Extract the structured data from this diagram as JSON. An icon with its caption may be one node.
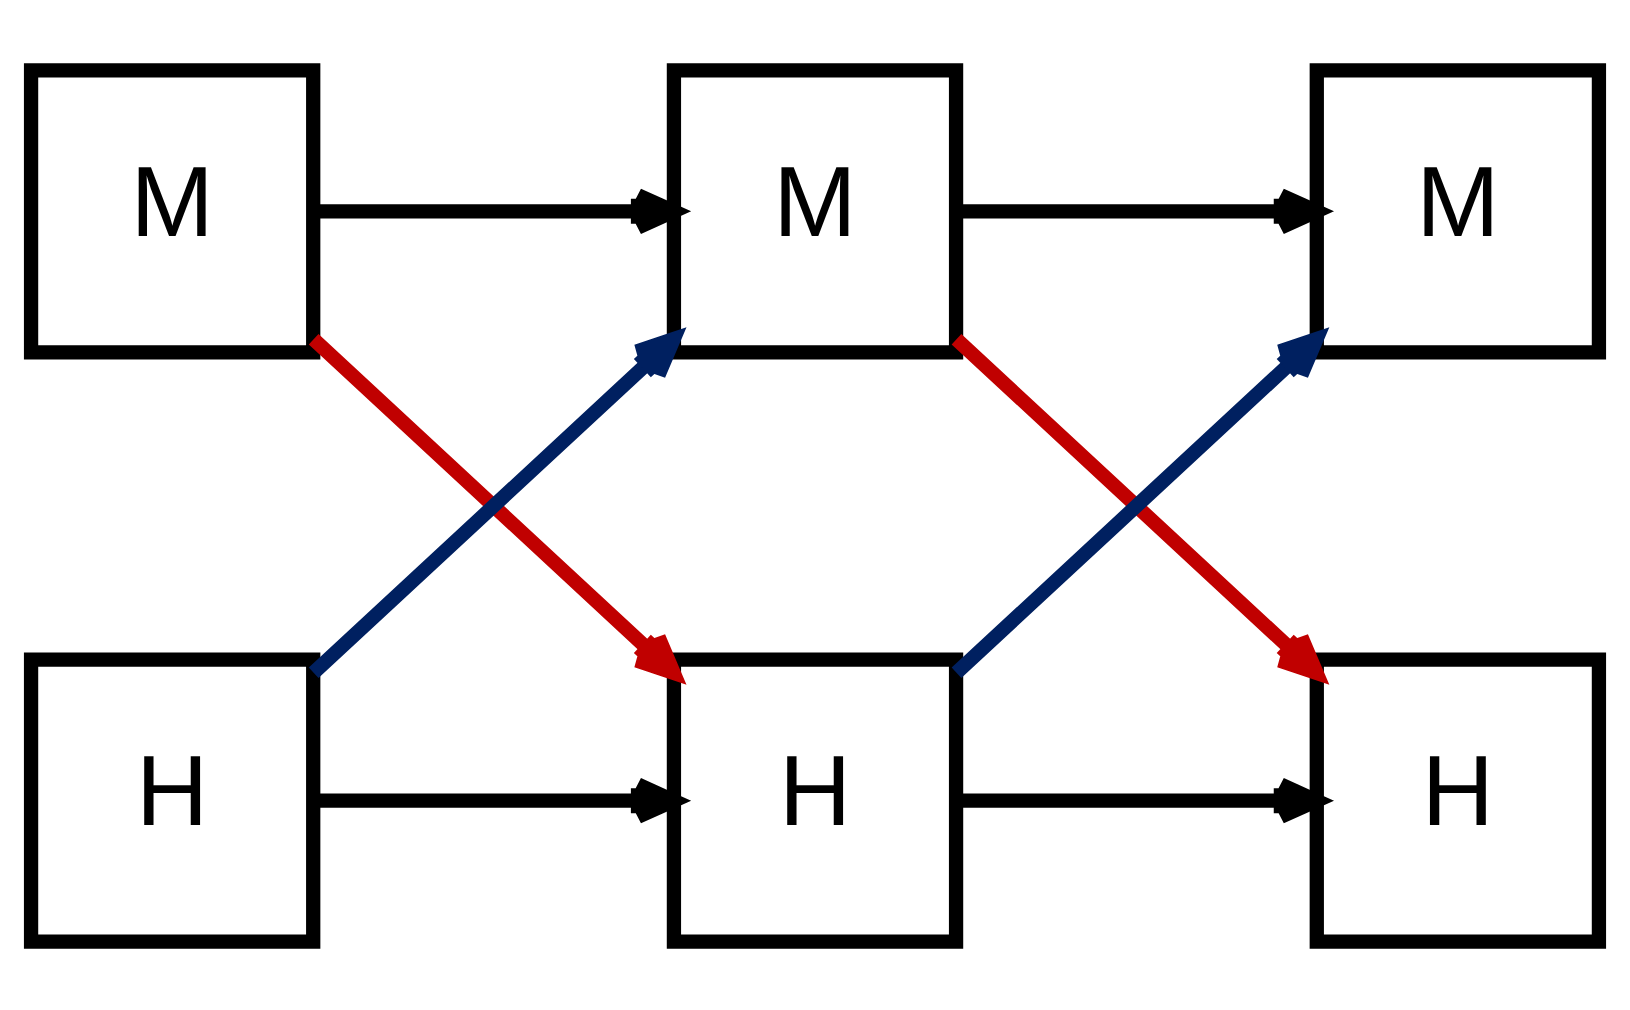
{
  "diagram": {
    "nodes": [
      {
        "text": [
          "M"
        ]
      },
      {
        "text": [
          "M"
        ]
      },
      {
        "text": [
          "M"
        ]
      },
      {
        "text": [
          "H"
        ]
      },
      {
        "text": [
          "H"
        ]
      },
      {
        "text": [
          "H"
        ]
      }
    ],
    "edges": [
      {
        "from": 0,
        "to": 1,
        "arrow": "to"
      },
      {
        "from": 1,
        "to": 2,
        "arrow": "to"
      },
      {
        "from": 3,
        "to": 4,
        "arrow": "to"
      },
      {
        "from": 4,
        "to": 5,
        "arrow": "to"
      },
      {
        "from": 0,
        "to": 4,
        "arrow": "to",
        "color": "#c00000"
      },
      {
        "from": 1,
        "to": 5,
        "arrow": "to",
        "color": "#c00000"
      },
      {
        "from": 3,
        "to": 1,
        "arrow": "to",
        "color": "#002060"
      },
      {
        "from": 4,
        "to": 2,
        "arrow": "to",
        "color": "#002060"
      }
    ]
  }
}
